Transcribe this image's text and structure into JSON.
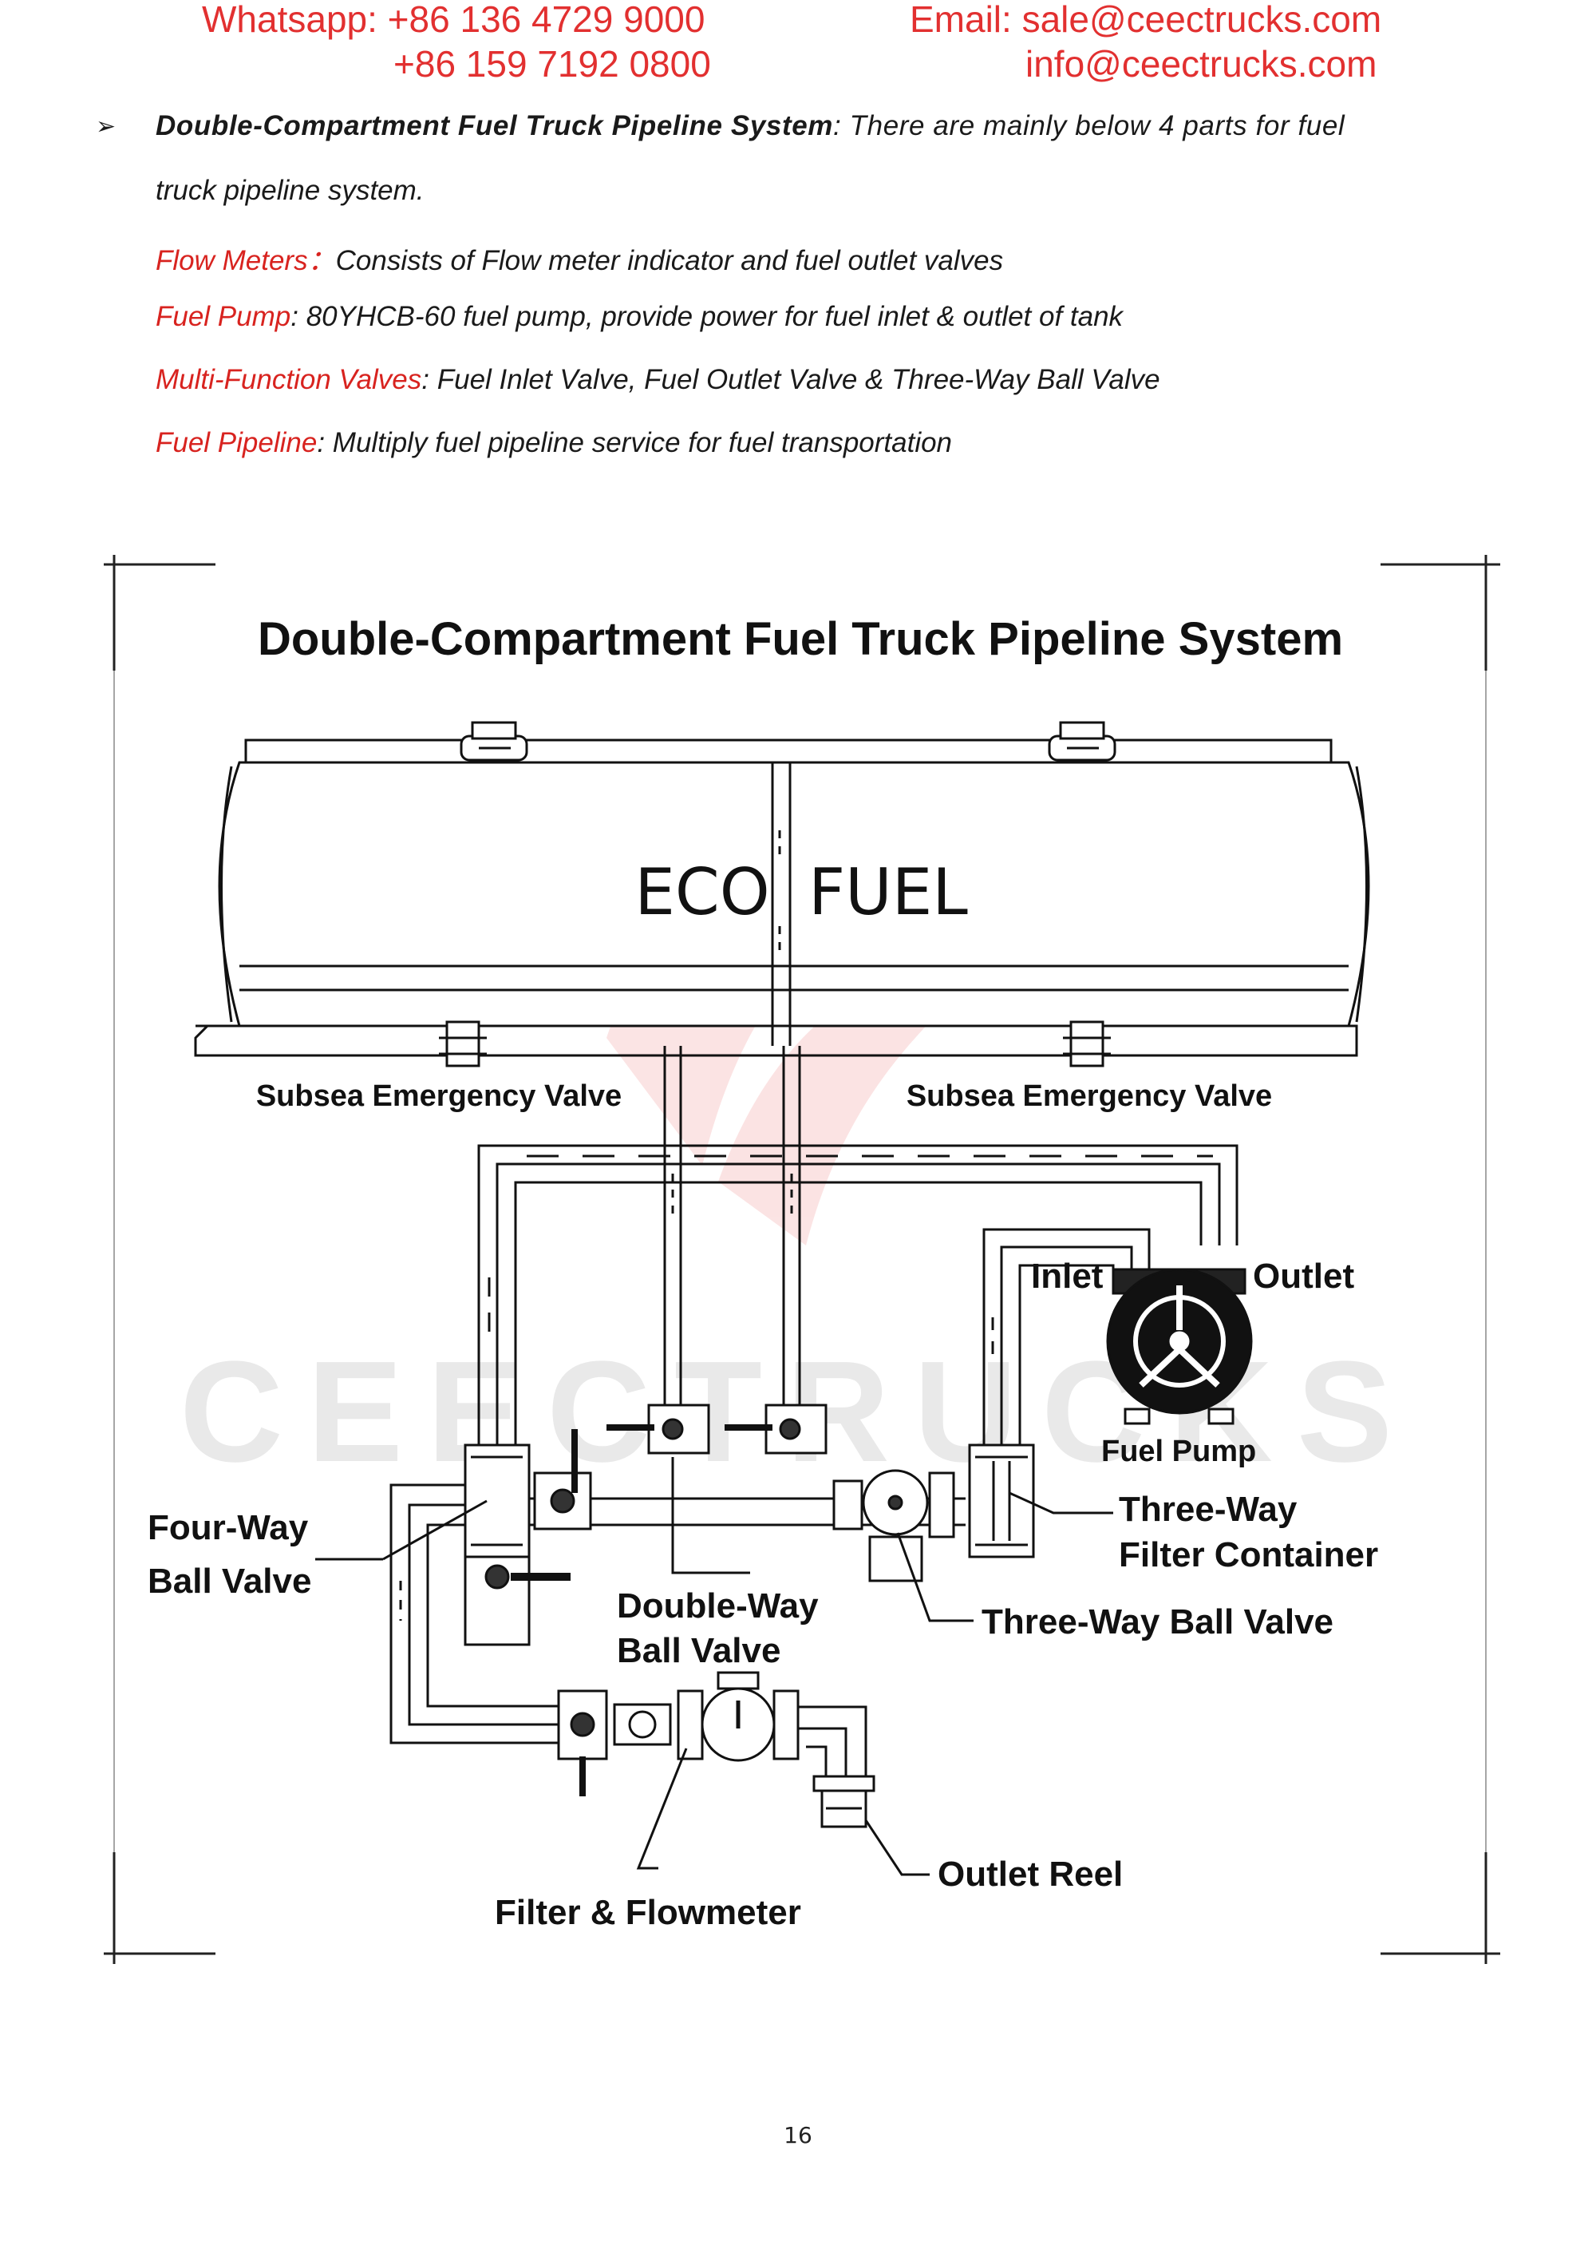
{
  "header": {
    "whatsapp_1": "Whatsapp: +86 136 4729 9000",
    "whatsapp_2": "+86 159 7192 0800",
    "email_1": "Email: sale@ceectrucks.com",
    "email_2": "info@ceectrucks.com"
  },
  "intro": {
    "title": "Double-Compartment Fuel Truck Pipeline System",
    "text_1": ": There are mainly below 4 parts for fuel",
    "text_2": "truck pipeline system."
  },
  "parts": [
    {
      "name": "Flow Meters",
      "sep": "：",
      "desc": "Consists of Flow meter indicator and fuel outlet valves"
    },
    {
      "name": "Fuel Pump",
      "sep": ":",
      "desc": " 80YHCB-60 fuel pump, provide power for fuel inlet & outlet of tank"
    },
    {
      "name": "Multi-Function Valves",
      "sep": ":",
      "desc": " Fuel Inlet Valve, Fuel Outlet Valve & Three-Way Ball Valve"
    },
    {
      "name": "Fuel Pipeline",
      "sep": ":",
      "desc": " Multiply fuel pipeline service for fuel transportation"
    }
  ],
  "diagram": {
    "title": "Double-Compartment Fuel Truck Pipeline System",
    "tank_left": "ECO",
    "tank_right": "FUEL",
    "watermark": "CEECTRUCKS",
    "labels": {
      "subsea_left": "Subsea Emergency Valve",
      "subsea_right": "Subsea Emergency Valve",
      "inlet": "Inlet",
      "outlet": "Outlet",
      "fuel_pump": "Fuel Pump",
      "four_way_1": "Four-Way",
      "four_way_2": "Ball Valve",
      "three_way_filter_1": "Three-Way",
      "three_way_filter_2": "Filter Container",
      "double_way_1": "Double-Way",
      "double_way_2": "Ball Valve",
      "three_way_ball": "Three-Way Ball Valve",
      "outlet_reel": "Outlet Reel",
      "filter_flowmeter": "Filter & Flowmeter"
    }
  },
  "page_number": "16"
}
